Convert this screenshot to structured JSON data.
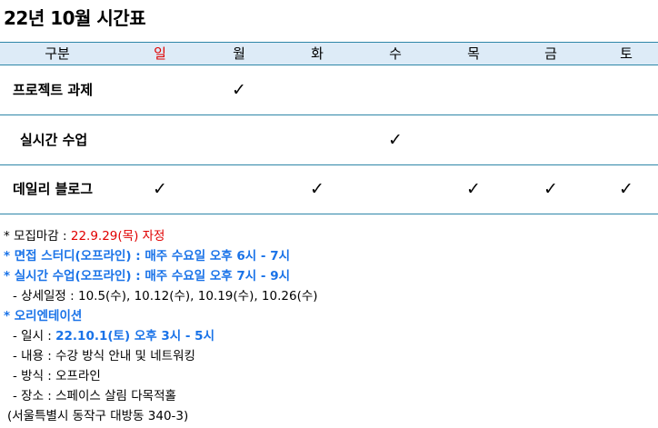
{
  "title": "22년 10월 시간표",
  "header": [
    "구분",
    "일",
    "월",
    "화",
    "수",
    "목",
    "금",
    "토"
  ],
  "accent_color_sunday": "#e00000",
  "rows": [
    {
      "label": "프로젝트 과제",
      "check": "✓"
    },
    {
      "label": "실시간 수업",
      "check": "✓"
    },
    {
      "label": "데일리 블로그",
      "check": "✓"
    }
  ],
  "notes": {
    "deadline_prefix": "* 모집마감 : ",
    "deadline_value": "22.9.29(목) 자정",
    "interview": "* 면접 스터디(오프라인) : 매주 수요일 오후 6시 - 7시",
    "live_class": "* 실시간 수업(오프라인) : 매주 수요일 오후 7시 - 9시",
    "schedule": "- 상세일정 : 10.5(수), 10.12(수), 10.19(수), 10.26(수)",
    "orientation": "* 오리엔테이션",
    "ot_date_prefix": "- 일시 : ",
    "ot_date_value": "22.10.1(토) 오후 3시 - 5시",
    "ot_content": "- 내용 : 수강 방식 안내 및 네트워킹",
    "ot_method": "- 방식 : 오프라인",
    "ot_place": "- 장소 : 스페이스 살림 다목적홀",
    "ot_address": "(서울특별시 동작구 대방동 340-3)"
  }
}
